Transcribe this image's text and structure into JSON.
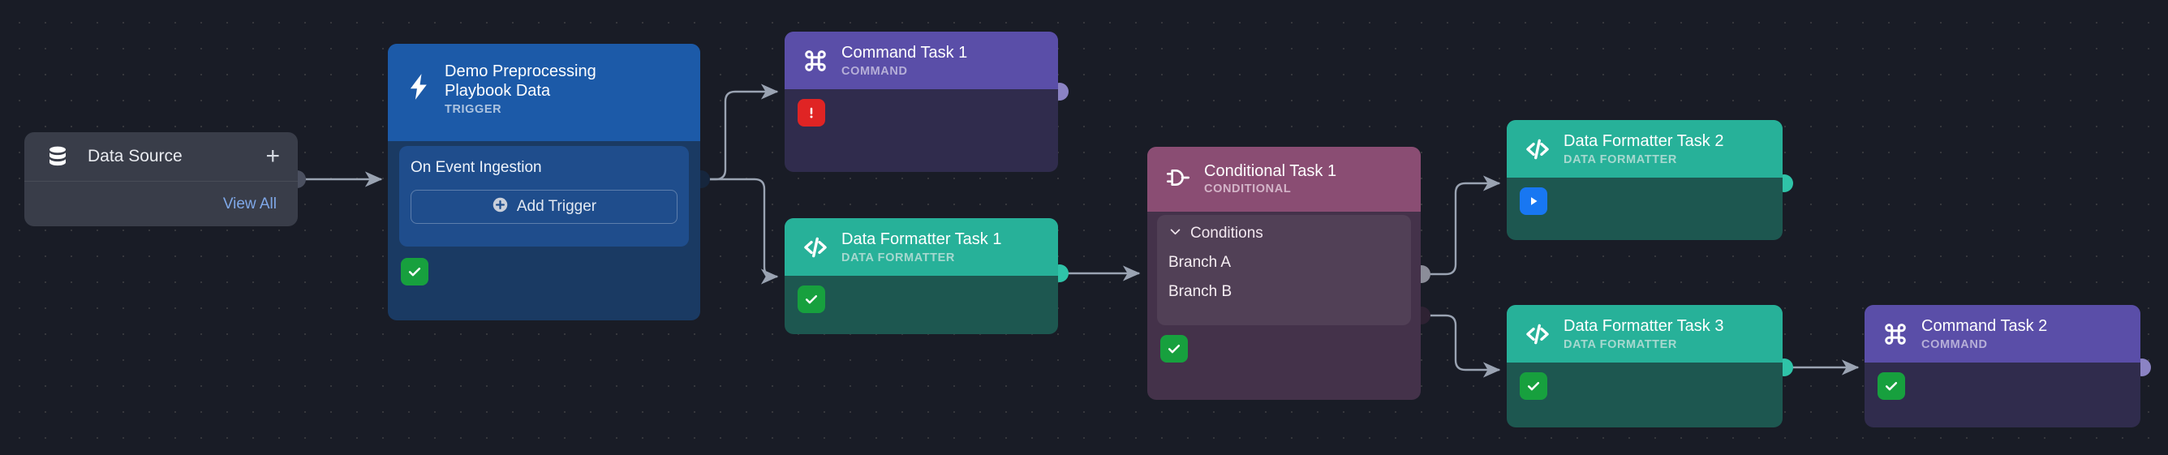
{
  "canvas": {
    "background_color": "#191c26",
    "grid": "dot-grid"
  },
  "data_source": {
    "icon": "database-icon",
    "title": "Data Source",
    "add_label": "+",
    "view_all_label": "View All"
  },
  "trigger_node": {
    "icon": "lightning-bolt-icon",
    "name": "Demo Preprocessing Playbook Data",
    "type": "TRIGGER",
    "event_label": "On Event Ingestion",
    "add_trigger_label": "Add Trigger",
    "status": "success",
    "header_color": "#1c5aa8",
    "body_color": "#1a3a63"
  },
  "conditional_node": {
    "icon": "conditional-branch-icon",
    "name": "Conditional Task 1",
    "type": "CONDITIONAL",
    "conditions_label": "Conditions",
    "branches": [
      "Branch A",
      "Branch B"
    ],
    "status": "success",
    "header_color": "#8a4d73",
    "body_color": "#44324a"
  },
  "tasks": [
    {
      "id": "command-task-1",
      "icon": "command-icon",
      "name": "Command Task 1",
      "type": "COMMAND",
      "status": "error",
      "header_color": "#5a4ea8",
      "body_color": "#302c4d"
    },
    {
      "id": "data-formatter-task-1",
      "icon": "code-brackets-icon",
      "name": "Data Formatter Task 1",
      "type": "DATA FORMATTER",
      "status": "success",
      "header_color": "#27b199",
      "body_color": "#1d5750"
    },
    {
      "id": "data-formatter-task-2",
      "icon": "code-brackets-icon",
      "name": "Data Formatter Task 2",
      "type": "DATA FORMATTER",
      "status": "running",
      "header_color": "#27b199",
      "body_color": "#1d5750"
    },
    {
      "id": "data-formatter-task-3",
      "icon": "code-brackets-icon",
      "name": "Data Formatter Task 3",
      "type": "DATA FORMATTER",
      "status": "success",
      "header_color": "#27b199",
      "body_color": "#1d5750"
    },
    {
      "id": "command-task-2",
      "icon": "command-icon",
      "name": "Command Task 2",
      "type": "COMMAND",
      "status": "success",
      "header_color": "#5a4ea8",
      "body_color": "#302c4d"
    }
  ],
  "status_colors": {
    "success": "#17a03e",
    "error": "#e02424",
    "running": "#1877f2"
  },
  "edges": [
    {
      "from": "data-source",
      "to": "trigger-node"
    },
    {
      "from": "trigger-node",
      "to": "command-task-1"
    },
    {
      "from": "trigger-node",
      "to": "data-formatter-task-1"
    },
    {
      "from": "data-formatter-task-1",
      "to": "conditional-task-1"
    },
    {
      "from": "conditional-task-1:branch-a",
      "to": "data-formatter-task-2"
    },
    {
      "from": "conditional-task-1:branch-b",
      "to": "data-formatter-task-3"
    },
    {
      "from": "data-formatter-task-3",
      "to": "command-task-2"
    }
  ],
  "edge_color": "#9aa3b2"
}
